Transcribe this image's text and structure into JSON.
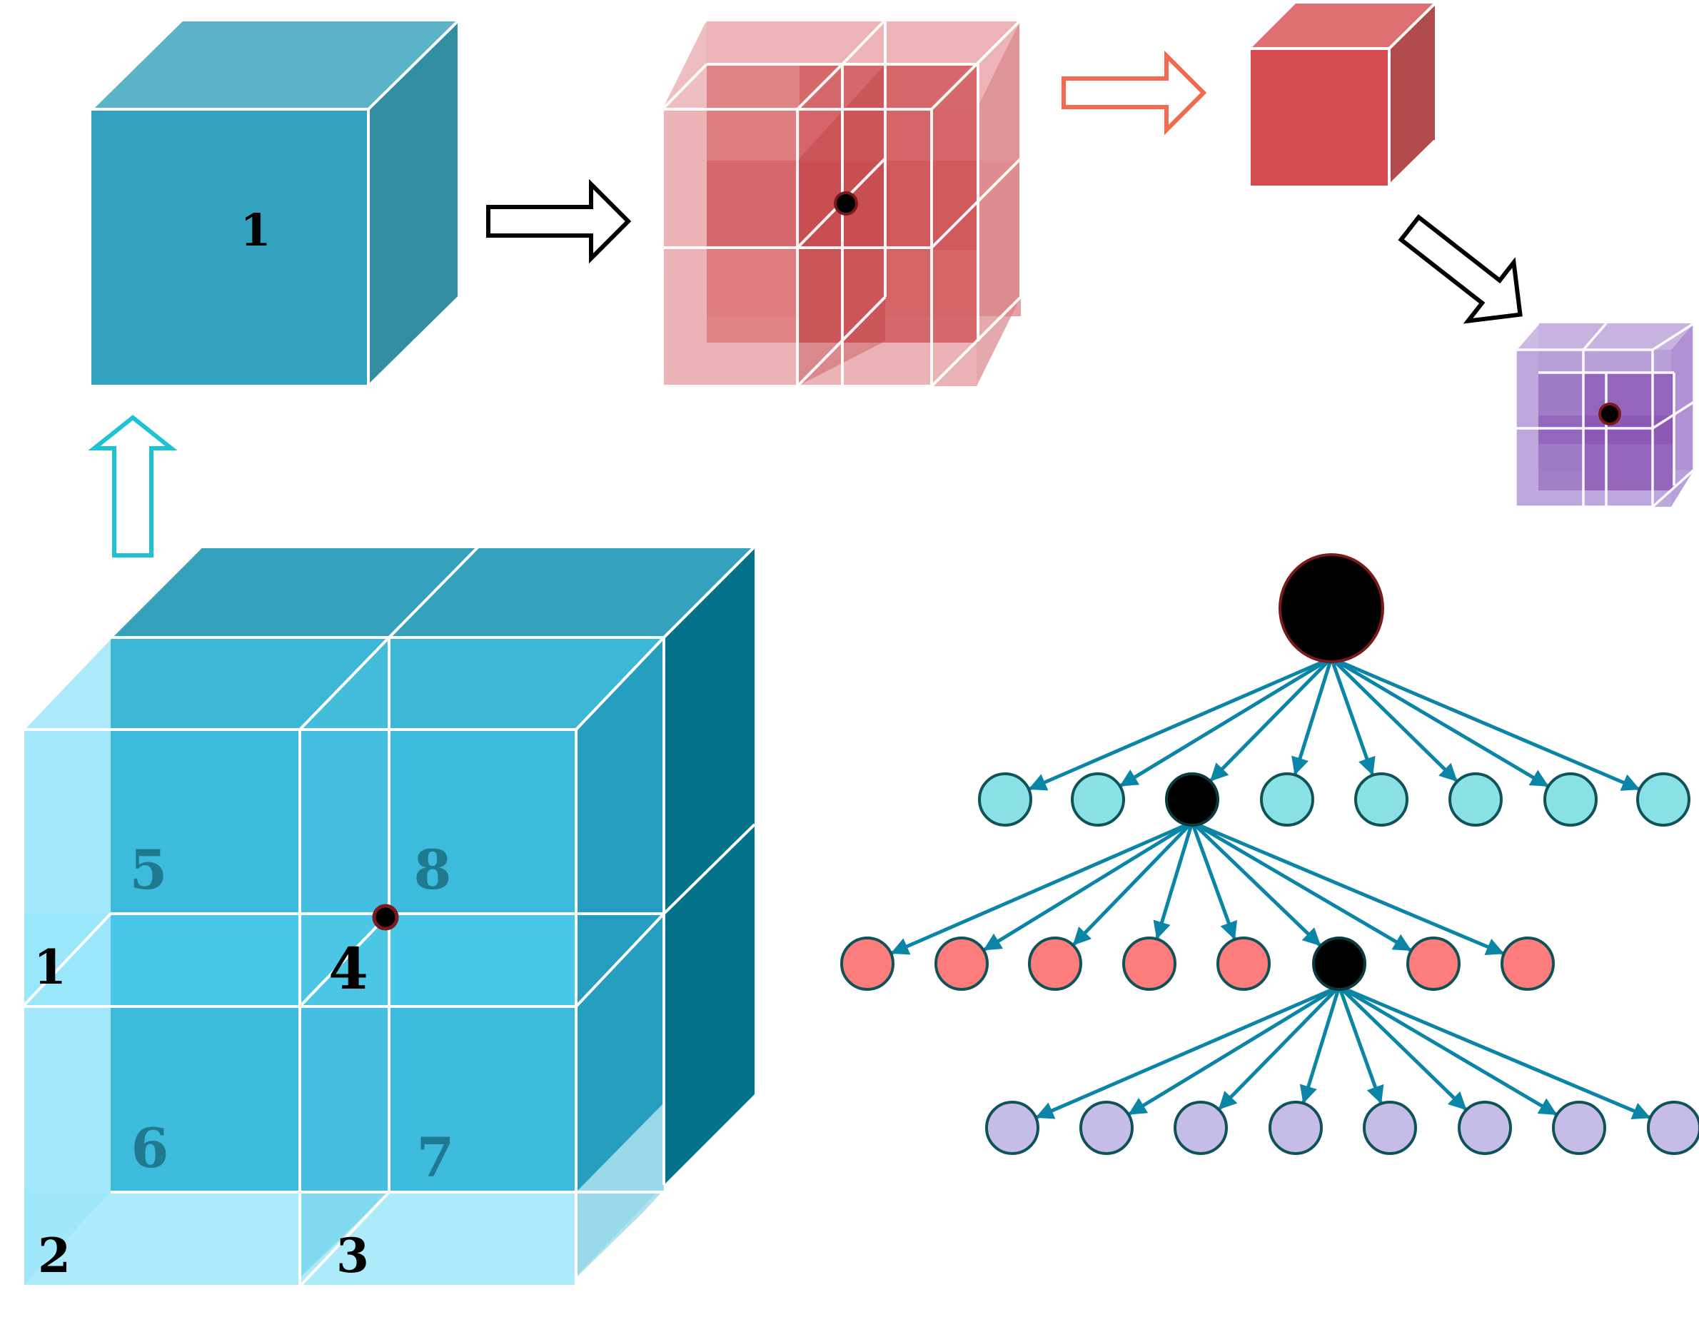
{
  "labels": {
    "big_cube": "1",
    "octant_front": [
      "1",
      "2",
      "3",
      "4"
    ],
    "octant_back": [
      "5",
      "6",
      "7",
      "8"
    ]
  },
  "colors": {
    "teal_front": "#33A2BF",
    "teal_top": "#5AB3C6",
    "teal_side": "#328EA0",
    "cyan_arrow": "#1FC2D3",
    "orange_arrow": "#F46A4E",
    "red_cube": "#D44C4F",
    "tree_edge": "#0A85A6",
    "tree_root": "#000000",
    "tree_level1": "#8AE1E5",
    "tree_level2": "#FE7D7C",
    "tree_level3": "#C5BDE7"
  },
  "tree": {
    "levels": [
      {
        "node_count": 8,
        "expanded_index": 2,
        "fill": "#8AE1E5"
      },
      {
        "node_count": 8,
        "expanded_index": 5,
        "fill": "#FE7D7C"
      },
      {
        "node_count": 8,
        "expanded_index": -1,
        "fill": "#C5BDE7"
      }
    ]
  }
}
